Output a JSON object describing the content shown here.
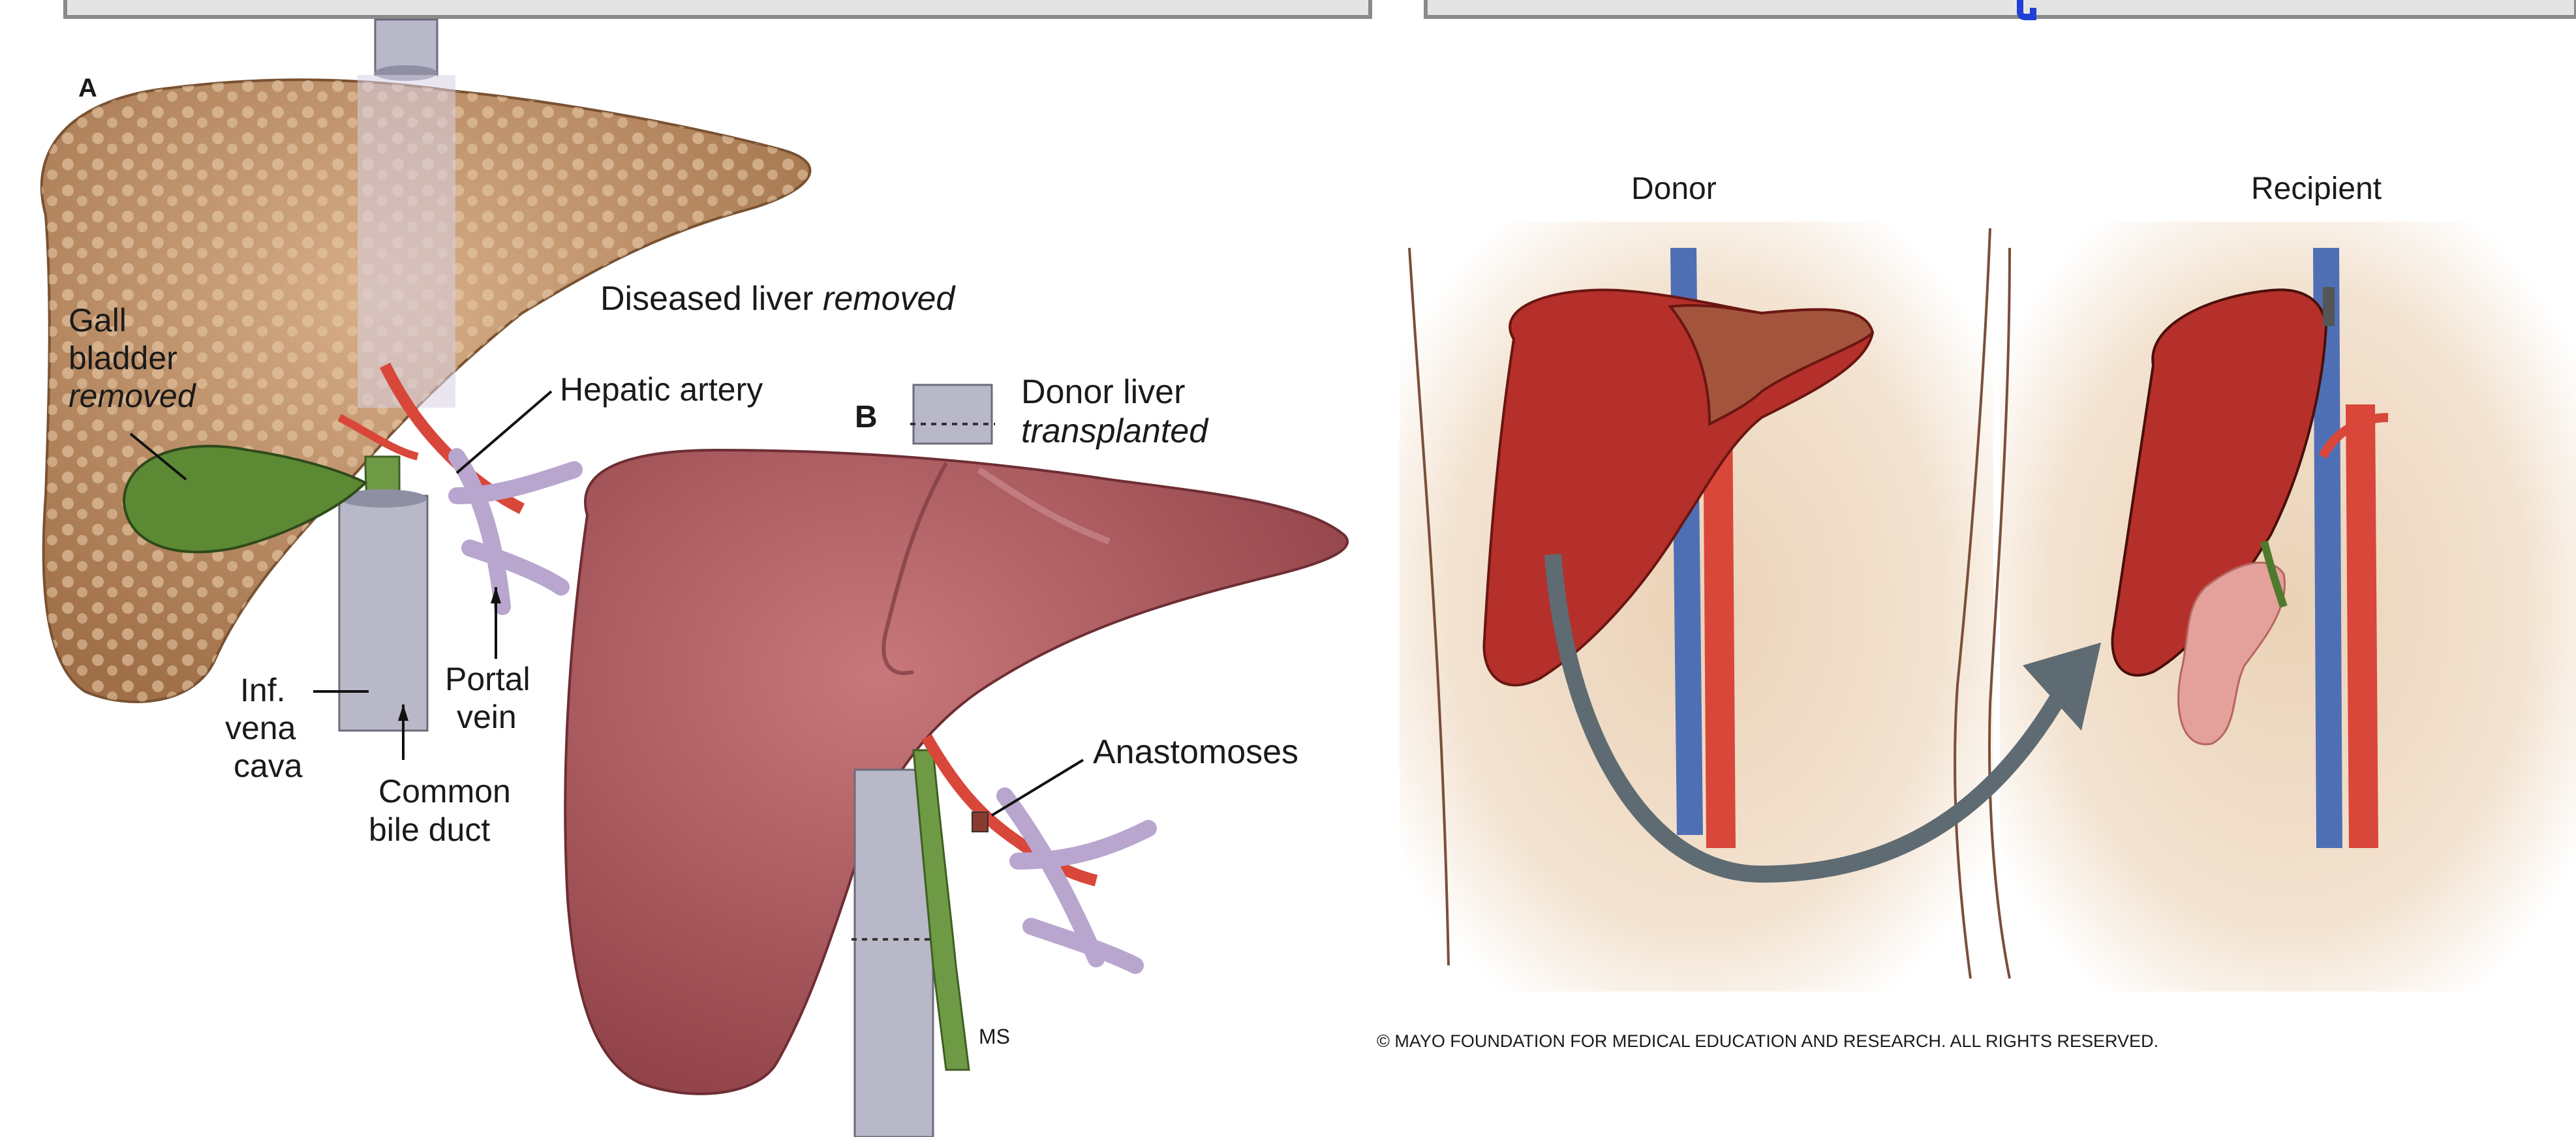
{
  "panel_a": {
    "letter": "A",
    "title_prefix": "Diseased liver ",
    "title_italic": "removed",
    "labels": {
      "gall_line1": "Gall",
      "gall_line2": "bladder",
      "gall_line3": "removed",
      "hepatic_artery": "Hepatic artery",
      "ivc_line1": "Inf.",
      "ivc_line2": "vena",
      "ivc_line3": "cava",
      "portal_line1": "Portal",
      "portal_line2": "vein",
      "cbd_line1": "Common",
      "cbd_line2": "bile duct"
    }
  },
  "panel_b": {
    "letter": "B",
    "title_line1": "Donor liver",
    "title_line2": "transplanted",
    "anastomoses": "Anastomoses",
    "signature": "MS"
  },
  "panel_c": {
    "donor_label": "Donor",
    "recipient_label": "Recipient",
    "copyright": "© MAYO FOUNDATION FOR MEDICAL EDUCATION AND RESEARCH. ALL RIGHTS RESERVED."
  },
  "colors": {
    "diseased_liver": "#b98a62",
    "healthy_liver": "#a8565a",
    "donor_liver": "#b5302a",
    "gallbladder": "#4f7a2e",
    "artery": "#d9463a",
    "vein": "#4f6fb5",
    "portal_vein": "#b9a6cf",
    "arrow": "#5e6b72",
    "title_bar_border": "#8a8a8a",
    "title_text_blue": "#1f3fd6"
  }
}
